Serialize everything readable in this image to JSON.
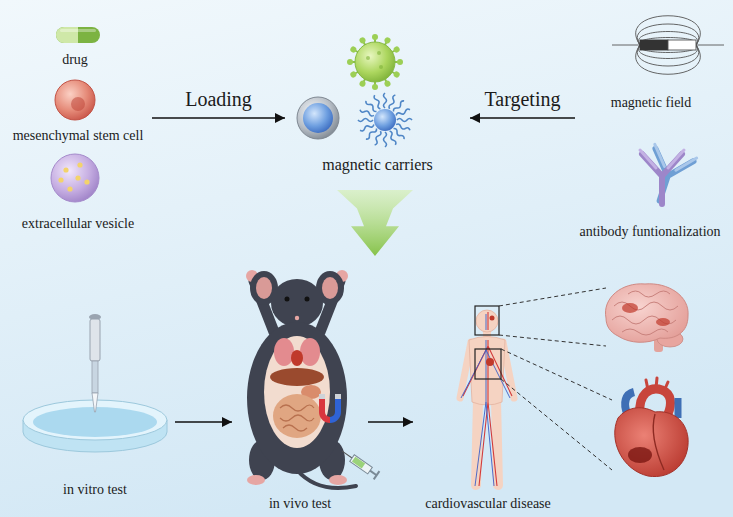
{
  "diagram": {
    "nodes": [
      {
        "text": [
          "drug"
        ]
      },
      {
        "text": [
          "mesenchymal stem cell"
        ]
      },
      {
        "text": [
          "extracellular vesicle"
        ]
      },
      {
        "text": [
          "magnetic carriers"
        ]
      },
      {
        "text": [
          "magnetic field"
        ]
      },
      {
        "text": [
          "antibody funtionalization"
        ]
      },
      {
        "text": [
          "in vitro test"
        ]
      },
      {
        "text": [
          "in vivo test"
        ]
      },
      {
        "text": [
          "cardiovascular disease"
        ]
      }
    ],
    "edges": [
      {
        "from": 1,
        "to": 3,
        "label": "Loading",
        "arrow": "to"
      },
      {
        "from": 4,
        "to": 3,
        "label": "Targeting",
        "arrow": "to"
      },
      {
        "from": 3,
        "to": 7,
        "arrow": "to"
      },
      {
        "from": 6,
        "to": 7,
        "arrow": "to"
      },
      {
        "from": 7,
        "to": 8,
        "arrow": "to"
      }
    ]
  }
}
